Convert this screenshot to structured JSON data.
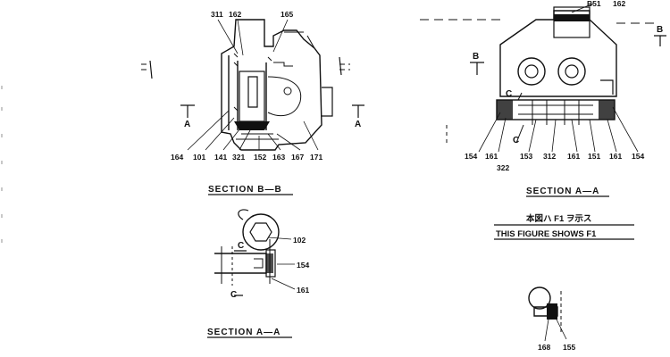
{
  "drawings": {
    "section_bb": {
      "title": "SECTION  B—B",
      "cut_marker_left": "A",
      "cut_marker_right": "A",
      "labels_top": [
        "311",
        "162",
        "165"
      ],
      "labels_bottom": [
        "164",
        "101",
        "141",
        "321",
        "152",
        "163",
        "167",
        "171"
      ]
    },
    "section_aa_right": {
      "title": "SECTION  A—A",
      "cut_marker": "B",
      "cut_marker_right": "B",
      "view_marker": "C",
      "view_marker_2": "C",
      "labels_top": [
        "B51",
        "162"
      ],
      "labels_bottom": [
        "154",
        "161",
        "153",
        "312",
        "161",
        "151",
        "161",
        "154"
      ],
      "label_322": "322"
    },
    "section_aa_small": {
      "title": "SECTION  A—A",
      "view_marker_top": "C",
      "view_marker_bottom": "C",
      "labels": [
        "102",
        "154",
        "161"
      ]
    },
    "detail_f1": {
      "labels": [
        "168",
        "155"
      ]
    }
  },
  "note": {
    "japanese": "本図ハ F1 ヲ示ス",
    "english": "THIS FIGURE SHOWS   F1"
  }
}
